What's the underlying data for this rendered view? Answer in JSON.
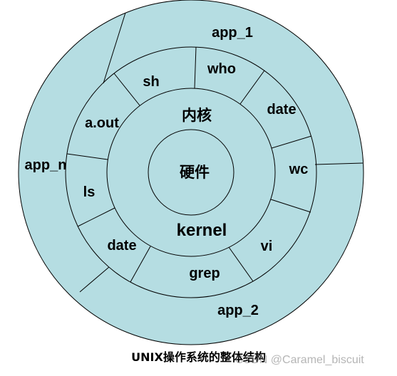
{
  "colors": {
    "fill": "#b5dde2",
    "stroke": "#000000"
  },
  "labels": {
    "center": "硬件",
    "kernel_cn": "内核",
    "kernel_en": "kernel",
    "caption": "UNIX操作系统的整体结构",
    "watermark": "CSDN @Caramel_biscuit"
  },
  "shell_programs": {
    "sh": "sh",
    "who": "who",
    "date_top": "date",
    "wc": "wc",
    "vi": "vi",
    "grep": "grep",
    "date_bottom": "date",
    "ls": "ls",
    "aout": "a.out"
  },
  "applications": {
    "app_1": "app_1",
    "app_2": "app_2",
    "app_n": "app_n"
  }
}
